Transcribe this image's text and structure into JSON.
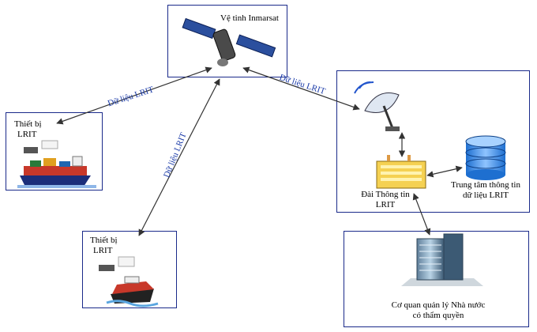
{
  "nodes": {
    "satellite": {
      "label": "Vệ tinh Inmarsat"
    },
    "ship_device_1": {
      "label_line1": "Thiết bị",
      "label_line2": "LRIT"
    },
    "ship_device_2": {
      "label_line1": "Thiết bị",
      "label_line2": "LRIT"
    },
    "station": {
      "label_line1": "Đài Thông tin",
      "label_line2": "LRIT"
    },
    "data_center": {
      "label_line1": "Trung tâm thông tin",
      "label_line2": "dữ liệu LRIT"
    },
    "authority": {
      "label_line1": "Cơ quan quản lý Nhà nước",
      "label_line2": "có thẩm quyền"
    }
  },
  "edges": {
    "sat_ship1": {
      "label": "Dữ liệu LRIT"
    },
    "sat_station": {
      "label": "Dữ liệu LRIT"
    },
    "sat_ship2": {
      "label": "Dữ liệu LRIT"
    }
  },
  "colors": {
    "box_border": "#1a2a8a",
    "edge_label": "#1a3aa8",
    "arrow": "#333333"
  }
}
